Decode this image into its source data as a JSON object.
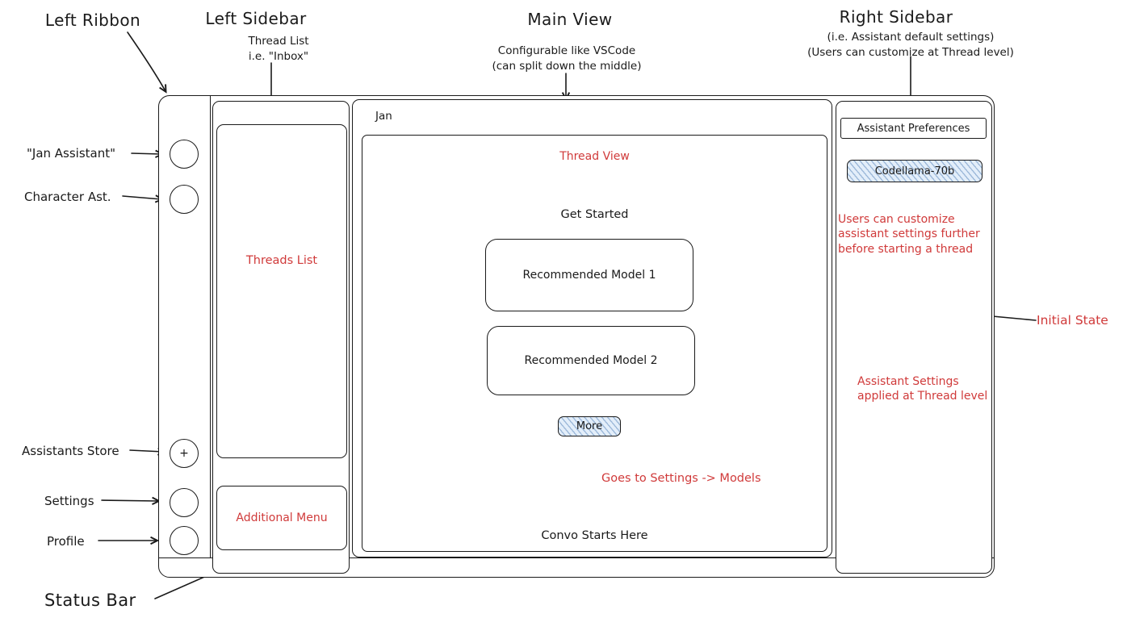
{
  "annotations": {
    "top": {
      "left_ribbon": "Left Ribbon",
      "left_sidebar": "Left Sidebar",
      "thread_list": "Thread List",
      "inbox": "i.e. \"Inbox\"",
      "main_view": "Main View",
      "main_sub1": "Configurable like VSCode",
      "main_sub2": "(can split down the middle)",
      "right_sidebar": "Right Sidebar",
      "right_sub1": "(i.e. Assistant default settings)",
      "right_sub2": "(Users can customize at Thread level)"
    },
    "left": {
      "jan_assistant": "\"Jan Assistant\"",
      "character": "Character Ast.",
      "store": "Assistants Store",
      "settings": "Settings",
      "profile": "Profile"
    },
    "bottom": {
      "status_bar": "Status Bar"
    },
    "red": {
      "initial_state": "Initial State",
      "goes_to_settings": "Goes to Settings -> Models",
      "customize_note": "Users can customize assistant settings further before starting a thread",
      "thread_level_note": "Assistant Settings applied at Thread level"
    }
  },
  "window": {
    "ribbon": {
      "plus": "+"
    },
    "sidebar": {
      "threads_list": "Threads List",
      "additional_menu": "Additional Menu"
    },
    "main": {
      "title": "Jan",
      "thread_view": "Thread View",
      "get_started": "Get Started",
      "model1": "Recommended Model 1",
      "model2": "Recommended Model 2",
      "more": "More",
      "convo": "Convo Starts Here"
    },
    "right": {
      "header": "Assistant Preferences",
      "model": "Codellama-70b"
    }
  },
  "colors": {
    "ink": "#1a1a1a",
    "annotation_red": "#d03a3a",
    "hatch_blue": "#e3eefa",
    "hatch_line_blue": "#5885b9"
  }
}
